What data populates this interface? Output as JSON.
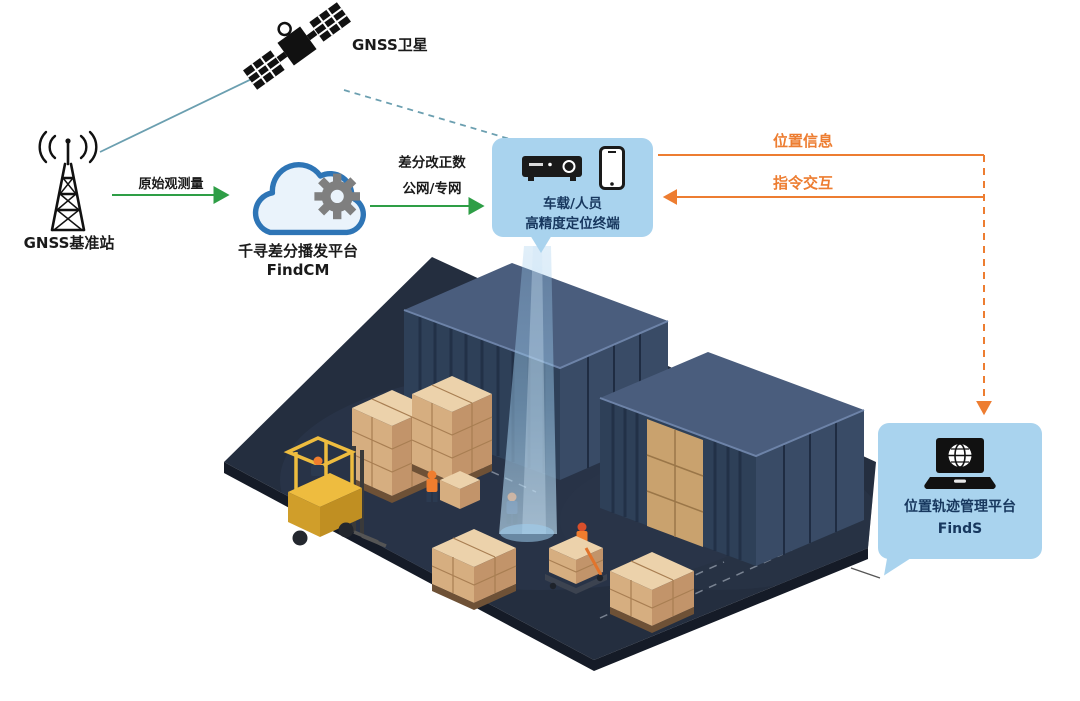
{
  "palette": {
    "panel_blue": "#a9d3ee",
    "navy_text": "#17375e",
    "green_arrow": "#2e9e46",
    "orange_arrow": "#ed7d31",
    "teal_link": "#6b9fb0",
    "cloud_blue": "#2e75b6",
    "gear_gray": "#7f7f7f",
    "container_navy": "#2e4058",
    "floor_dark": "#242e3f",
    "box_tan": "#ecd2ab",
    "forklift_yellow": "#eebc3f"
  },
  "satellite": {
    "label": "GNSS卫星"
  },
  "base_station": {
    "label": "GNSS基准站"
  },
  "cloud_platform": {
    "name": "千寻差分播发平台",
    "product": "FindCM"
  },
  "links": {
    "base_to_cloud": "原始观测量",
    "cloud_to_terminal_line1": "差分改正数",
    "cloud_to_terminal_line2": "公网/专网",
    "terminal_to_platform": "位置信息",
    "platform_to_terminal": "指令交互"
  },
  "terminal_panel": {
    "line1": "车载/人员",
    "line2": "高精度定位终端"
  },
  "platform_panel": {
    "name": "位置轨迹管理平台",
    "product": "FindS"
  },
  "icons": {
    "satellite": "gnss-satellite-icon",
    "base_station": "antenna-tower-icon",
    "cloud_gear": "cloud-gear-icon",
    "receiver": "gnss-receiver-icon",
    "smartphone": "smartphone-icon",
    "laptop_globe": "laptop-globe-icon"
  }
}
